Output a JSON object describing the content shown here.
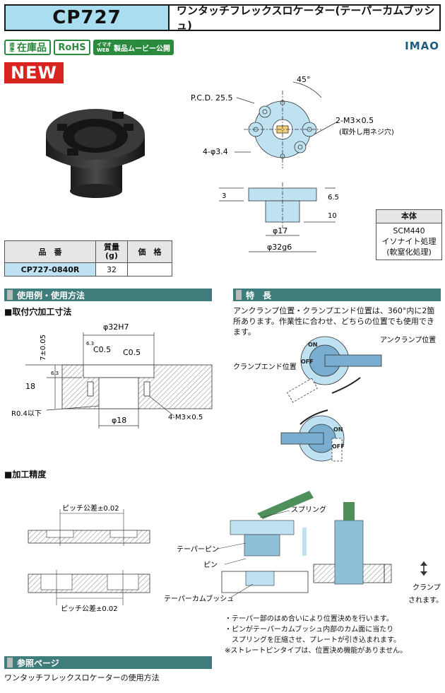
{
  "header": {
    "code": "CP727",
    "name": "ワンタッチフレックスロケーター(テーパーカムブッシュ)"
  },
  "badges": {
    "stock_small": "標準",
    "stock": "在庫品",
    "rohs": "RoHS",
    "web_small1": "イマオ",
    "web_small2": "WEB",
    "web": "製品ムービー公開"
  },
  "brand": "IMAO",
  "new_label": "NEW",
  "top_drawing": {
    "angle": "45°",
    "pcd": "P.C.D. 25.5",
    "screw": "2-M3×0.5",
    "screw_note": "(取外し用ネジ穴)",
    "holes": "4-φ3.4",
    "dim3": "3",
    "dim65": "6.5",
    "dim10": "10",
    "d17": "φ17",
    "d32": "φ32g6"
  },
  "material_table": {
    "header": "本体",
    "lines": [
      "SCM440",
      "イソナイト処理",
      "(軟窒化処理)"
    ]
  },
  "parts_table": {
    "col_part": "品　番",
    "col_mass": "質量\n(g)",
    "col_price": "価　格",
    "part": "CP727-0840R",
    "mass": "32",
    "price": ""
  },
  "sections": {
    "usage": "使用例・使用方法",
    "features": "特　長",
    "reference": "参照ページ"
  },
  "hole_title": "■取付穴加工寸法",
  "hole_drawing": {
    "d32h7": "φ32H7",
    "tol": "7±0.05",
    "r1": "6.3",
    "r2": "6.3",
    "c05a": "C0.5",
    "c05b": "C0.5",
    "d18v": "18",
    "r04": "R0.4以下",
    "d18": "φ18",
    "m3": "4-M3×0.5"
  },
  "features_text": "アンクランプ位置・クランプエンド位置は、360°内に2箇所あります。作業性に合わせ、どちらの位置でも使用できます。",
  "features_labels": {
    "unclamp": "アンクランプ位置",
    "clamp_end": "クランプエンド位置",
    "on": "ON",
    "off": "OFF"
  },
  "accuracy_title": "■加工精度",
  "accuracy": {
    "pitch1": "ピッチ公差±0.02",
    "pitch2": "ピッチ公差±0.02"
  },
  "mech_labels": {
    "spring": "スプリング",
    "taper_pin": "テーパーピン",
    "pin": "ピン",
    "bush": "テーパーカムブッシュ",
    "clamp": "クランプ",
    "clamp2": "されます。"
  },
  "notes": [
    "・テーパー部のはめ合いにより位置決めを行います。",
    "・ピンがテーパーカムブッシュ内部のカム面に当たり",
    "　スプリングを圧縮させ、プレートが引き込まれます。",
    "※ストレートピンタイプは、位置決め機能がありません。"
  ],
  "reference_text": "ワンタッチフレックスロケーターの使用方法",
  "colors": {
    "accent": "#a9ddf0",
    "section": "#3f7d7c",
    "new": "#d9231f",
    "green": "#2a8a3e"
  }
}
